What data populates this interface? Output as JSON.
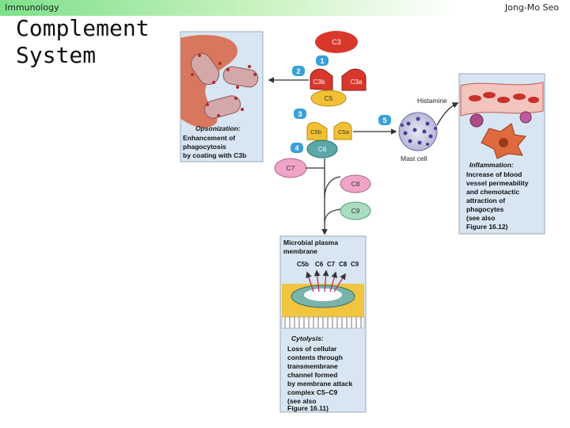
{
  "header": {
    "course": "Immunology",
    "author": "Jong-Mo Seo"
  },
  "slide": {
    "title_line1": "Complement",
    "title_line2": "System"
  },
  "proteins": {
    "c3": "C3",
    "c3b": "C3b",
    "c3a": "C3a",
    "c5": "C5",
    "c5b": "C5b",
    "c5a": "C5a",
    "c6": "C6",
    "c7": "C7",
    "c8": "C8",
    "c9": "C9"
  },
  "steps": [
    "1",
    "2",
    "3",
    "4",
    "5"
  ],
  "labels": {
    "histamine": "Histamine",
    "mast_cell": "Mast cell",
    "membrane_title_1": "Microbial plasma",
    "membrane_title_2": "membrane",
    "mac_labels": [
      "C5b",
      "C6",
      "C7",
      "C8",
      "C9"
    ]
  },
  "opsonization": {
    "title": "Opsonization:",
    "lines": [
      "Enhancement of",
      "phagocytosis",
      "by coating with C3b"
    ]
  },
  "inflammation": {
    "title": "Inflammation:",
    "lines": [
      "Increase of blood",
      "vessel permeability",
      "and chemotactic",
      "attraction of",
      "phagocytes",
      "(see also",
      "Figure 16.12)"
    ]
  },
  "cytolysis": {
    "title": "Cytolysis:",
    "lines": [
      "Loss of cellular",
      "contents through",
      "transmembrane",
      "channel formed",
      "by membrane attack",
      "complex C5–C9",
      "(see also",
      "Figure 16.11)"
    ]
  },
  "colors": {
    "red_protein": "#d9372b",
    "yellow_protein": "#f2c133",
    "teal_protein": "#5aa8a8",
    "pink_protein": "#f0a4c8",
    "green_protein": "#a9dcc0",
    "step_badge": "#3aa0d8",
    "panel_bg": "#d7e6f2"
  }
}
